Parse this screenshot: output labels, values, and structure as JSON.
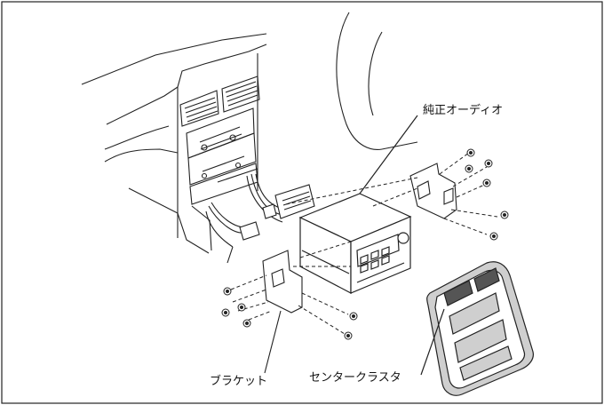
{
  "labels": {
    "genuine_audio": "純正オーディオ",
    "bracket": "ブラケット",
    "center_cluster": "センタークラスタ"
  },
  "colors": {
    "line": "#222222",
    "fill": "#ffffff",
    "shade": "#cfcfcf",
    "dark": "#555555"
  }
}
